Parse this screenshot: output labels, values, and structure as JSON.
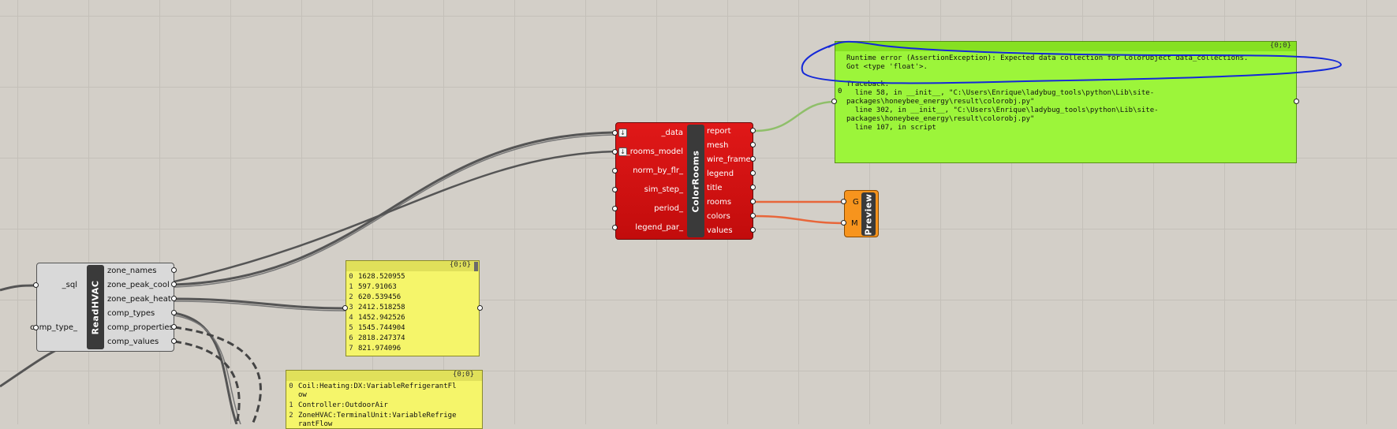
{
  "readhvac": {
    "name": "ReadHVAC",
    "inputs": [
      "_sql",
      "comp_type_"
    ],
    "outputs": [
      "zone_names",
      "zone_peak_cool",
      "zone_peak_heat",
      "comp_types",
      "comp_properties",
      "comp_values"
    ]
  },
  "colorrooms": {
    "name": "ColorRooms",
    "inputs": [
      "_data",
      "_rooms_model",
      "norm_by_flr_",
      "sim_step_",
      "period_",
      "legend_par_"
    ],
    "outputs": [
      "report",
      "mesh",
      "wire_frame",
      "legend",
      "title",
      "rooms",
      "colors",
      "values"
    ]
  },
  "preview": {
    "name": "Preview",
    "inputs": [
      "G",
      "M"
    ]
  },
  "error_panel": {
    "title": "{0;0}",
    "index": "0",
    "lines": [
      "Runtime error (AssertionException): Expected data collection for ColorObject data_collections.",
      "Got <type 'float'>.",
      "",
      "Traceback:",
      "  line 58, in __init__, \"C:\\Users\\Enrique\\ladybug_tools\\python\\Lib\\site-",
      "packages\\honeybee_energy\\result\\colorobj.py\"",
      "  line 302, in __init__, \"C:\\Users\\Enrique\\ladybug_tools\\python\\Lib\\site-",
      "packages\\honeybee_energy\\result\\colorobj.py\"",
      "  line 107, in script"
    ]
  },
  "values_panel": {
    "title": "{0;0}",
    "rows": [
      {
        "i": "0",
        "v": "1628.520955"
      },
      {
        "i": "1",
        "v": "597.91063"
      },
      {
        "i": "2",
        "v": "620.539456"
      },
      {
        "i": "3",
        "v": "2412.518258"
      },
      {
        "i": "4",
        "v": "1452.942526"
      },
      {
        "i": "5",
        "v": "1545.744904"
      },
      {
        "i": "6",
        "v": "2818.247374"
      },
      {
        "i": "7",
        "v": "821.974096"
      }
    ]
  },
  "types_panel": {
    "title": "{0;0}",
    "rows": [
      {
        "i": "0",
        "v": "Coil:Heating:DX:VariableRefrigerantFl"
      },
      {
        "i": "",
        "v": "ow"
      },
      {
        "i": "1",
        "v": "Controller:OutdoorAir"
      },
      {
        "i": "2",
        "v": "ZoneHVAC:TerminalUnit:VariableRefrige"
      },
      {
        "i": "",
        "v": "rantFlow"
      }
    ]
  },
  "colors": {
    "canvas": "#d3cfc8",
    "component_red": "#d11212",
    "component_gray": "#d9d9d9",
    "panel_yellow": "#f5f56a",
    "error_green": "#9cf53a",
    "preview_orange": "#f7941d",
    "wire": "#555555",
    "wire_report": "#8fbf6a",
    "wire_preview": "#e8663a",
    "annotation_blue": "#1428d8"
  },
  "icons": [
    "input-arrow-icon"
  ]
}
